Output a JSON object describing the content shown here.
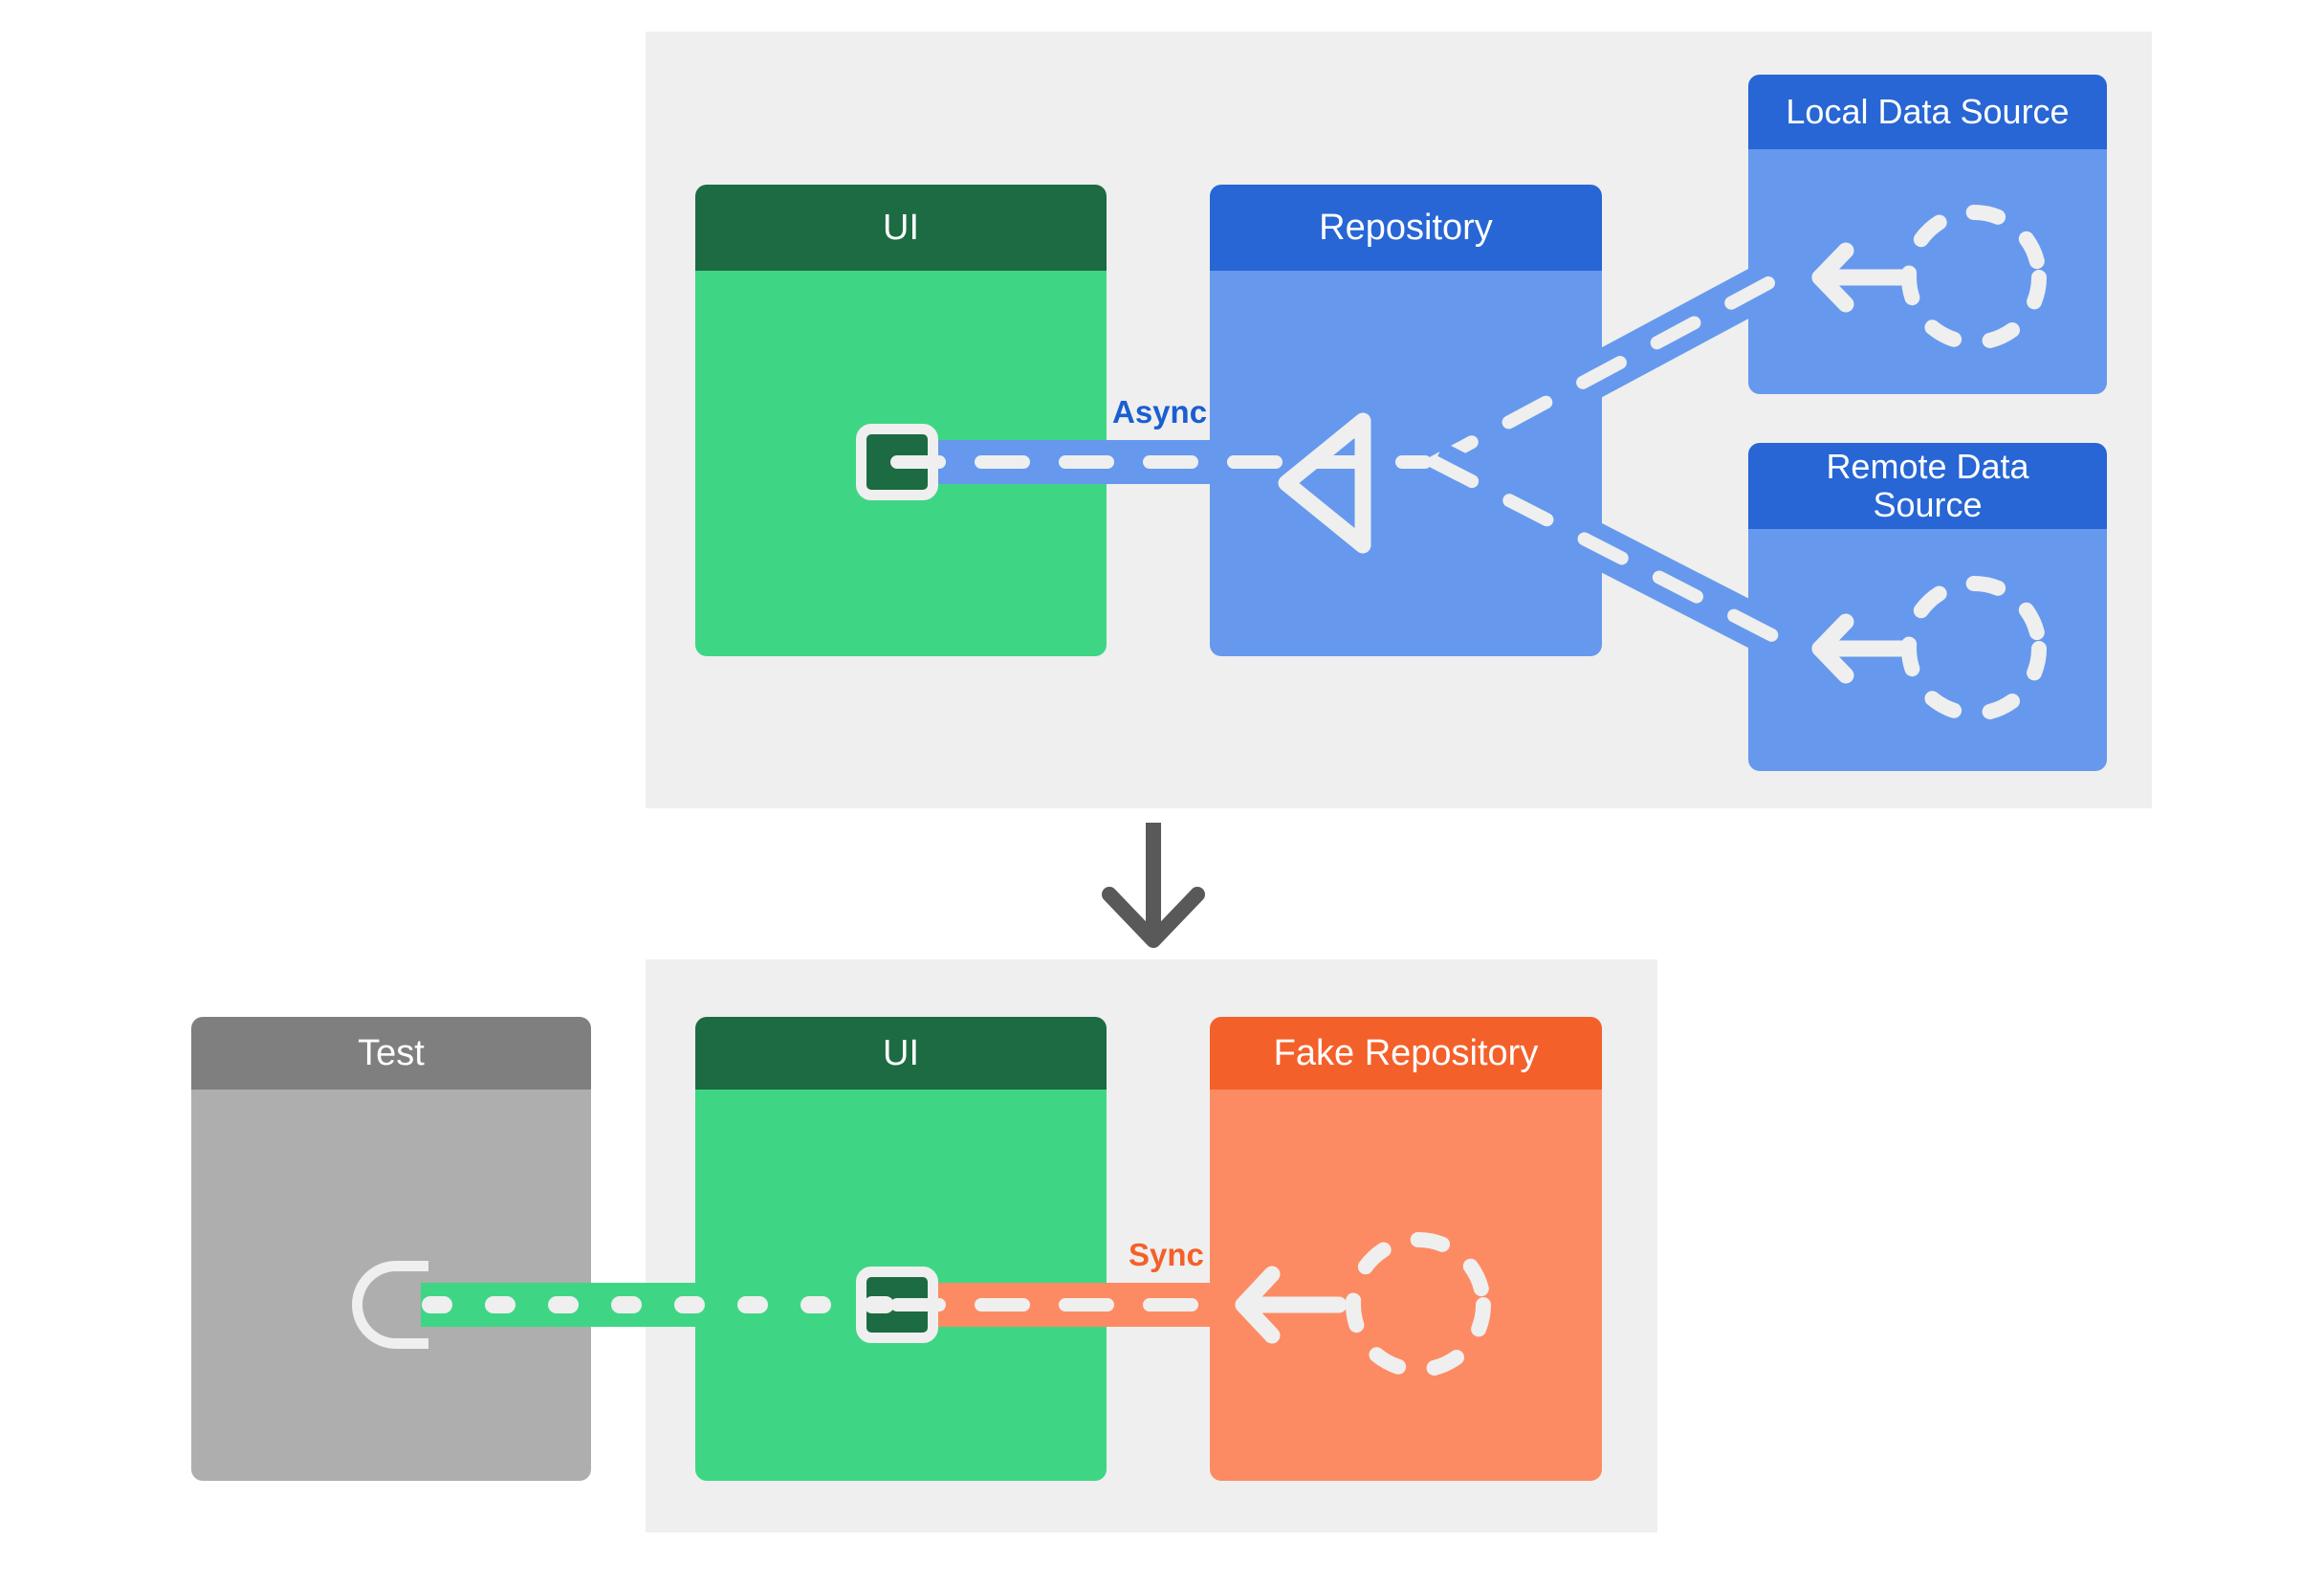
{
  "diagram": {
    "title_absent": true,
    "colors": {
      "panel_bg": "#efefef",
      "green_header": "#1c6b42",
      "green_body": "#3ed685",
      "blue_header": "#2766d4",
      "blue_body": "#6699ed",
      "orange_header": "#f4602a",
      "orange_body": "#fc8b63",
      "gray_header": "#7f7f7f",
      "gray_body": "#aeaeae",
      "async_label": "#1a5fd0",
      "sync_label": "#f4602a",
      "arrow": "#595959",
      "dash": "#efefef"
    },
    "top_panel": {
      "nodes": [
        {
          "id": "ui",
          "label": "UI",
          "style": "green"
        },
        {
          "id": "repository",
          "label": "Repository",
          "style": "blue"
        },
        {
          "id": "local-data-source",
          "label": "Local Data Source",
          "style": "blue"
        },
        {
          "id": "remote-data-source",
          "label": "Remote Data\nSource",
          "style": "blue"
        }
      ],
      "connection_label": "Async",
      "icons": {
        "ui_port": "plug-icon",
        "repository_merge": "play-triangle-icon",
        "data_source_flow": "left-arrow-icon",
        "data_token": "dashed-circle-icon"
      }
    },
    "flow_arrow": {
      "direction": "down",
      "icon": "down-arrow-icon"
    },
    "bottom_panel": {
      "nodes": [
        {
          "id": "test",
          "label": "Test",
          "style": "gray"
        },
        {
          "id": "ui",
          "label": "UI",
          "style": "green"
        },
        {
          "id": "fake-repository",
          "label": "Fake Repository",
          "style": "orange"
        }
      ],
      "connection_label": "Sync",
      "icons": {
        "test_socket": "socket-icon",
        "ui_port": "plug-icon",
        "fake_repository_flow": "left-arrow-icon",
        "data_token": "dashed-circle-icon"
      }
    }
  }
}
